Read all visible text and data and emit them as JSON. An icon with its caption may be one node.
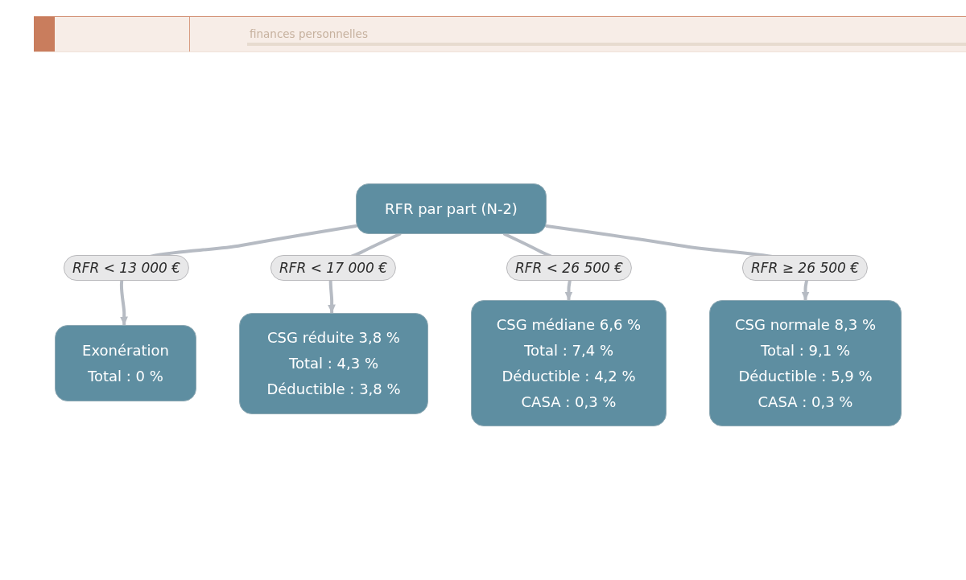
{
  "diagram": {
    "nodes": [
      {
        "text": [
          "RFR par part (N-2)"
        ]
      },
      {
        "text": [
          "Exonération",
          "Total : 0 %"
        ]
      },
      {
        "text": [
          "CSG réduite 3,8 %",
          "Total : 4,3 %",
          "Déductible : 3,8 %"
        ]
      },
      {
        "text": [
          "CSG médiane 6,6 %",
          "Total : 7,4 %",
          "Déductible : 4,2 %",
          "CASA : 0,3 %"
        ]
      },
      {
        "text": [
          "CSG normale 8,3 %",
          "Total : 9,1 %",
          "Déductible : 5,9 %",
          "CASA : 0,3 %"
        ]
      }
    ],
    "edges": [
      {
        "from": 0,
        "to": 1,
        "arrow": "to",
        "label": "RFR < 13 000 €"
      },
      {
        "from": 0,
        "to": 2,
        "arrow": "to",
        "label": "RFR < 17 000 €"
      },
      {
        "from": 0,
        "to": 3,
        "arrow": "to",
        "label": "RFR < 26 500 €"
      },
      {
        "from": 0,
        "to": 4,
        "arrow": "to",
        "label": "RFR ≥ 26 500 €"
      }
    ],
    "labels": [
      "finances personnelles"
    ]
  }
}
